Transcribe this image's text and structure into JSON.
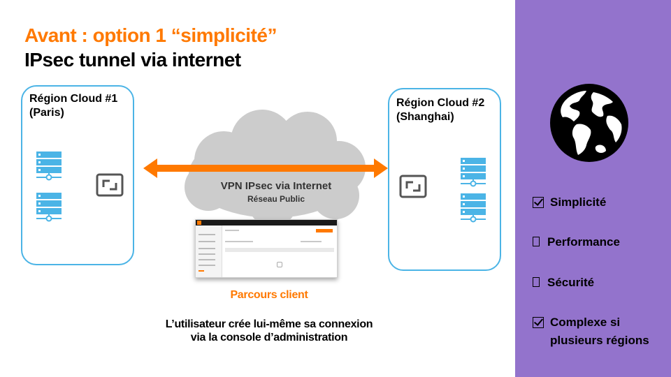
{
  "title": {
    "line1": "Avant : option 1 “simplicité”",
    "line2": "IPsec tunnel via internet"
  },
  "regions": [
    {
      "label_line1": "Région Cloud #1",
      "label_line2": "(Paris)"
    },
    {
      "label_line1": "Région Cloud #2",
      "label_line2": "(Shanghai)"
    }
  ],
  "vpn": {
    "label": "VPN IPsec via Internet",
    "sublabel": "Réseau Public"
  },
  "parcours": {
    "title": "Parcours client",
    "desc_line1": "L’utilisateur crée lui-même sa connexion",
    "desc_line2": "via la console d’administration"
  },
  "criteria": [
    {
      "label": "Simplicité",
      "checked": true
    },
    {
      "label": "Performance",
      "checked": false
    },
    {
      "label": "Sécurité",
      "checked": false
    },
    {
      "label": "Complexe si plusieurs  régions",
      "checked": true
    }
  ],
  "colors": {
    "orange": "#ff7900",
    "region_border": "#4bb4e6",
    "server_blue": "#4bb4e6",
    "panel_purple": "#9373cc",
    "cloud_gray": "#cccccc"
  },
  "icons": {
    "server": "server-stack-icon",
    "gateway": "vpn-gateway-icon",
    "globe": "globe-icon"
  }
}
